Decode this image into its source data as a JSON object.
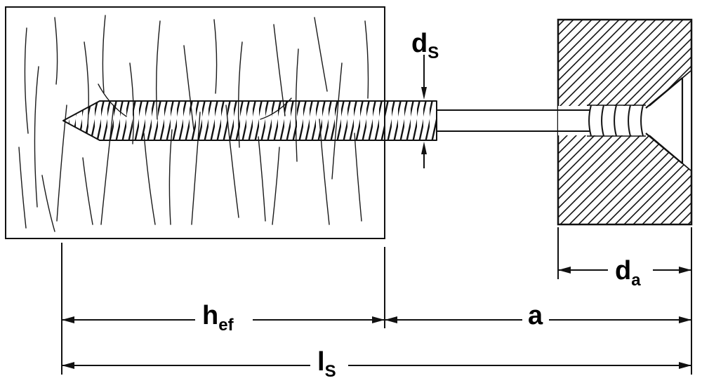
{
  "colors": {
    "line": "#111111",
    "background": "#ffffff",
    "text": "#000000"
  },
  "labels": {
    "ds": {
      "main": "d",
      "sub": "S"
    },
    "da": {
      "main": "d",
      "sub": "a"
    },
    "hef": {
      "main": "h",
      "sub": "ef"
    },
    "a": {
      "main": "a"
    },
    "ls": {
      "main": "l",
      "sub": "S"
    }
  }
}
